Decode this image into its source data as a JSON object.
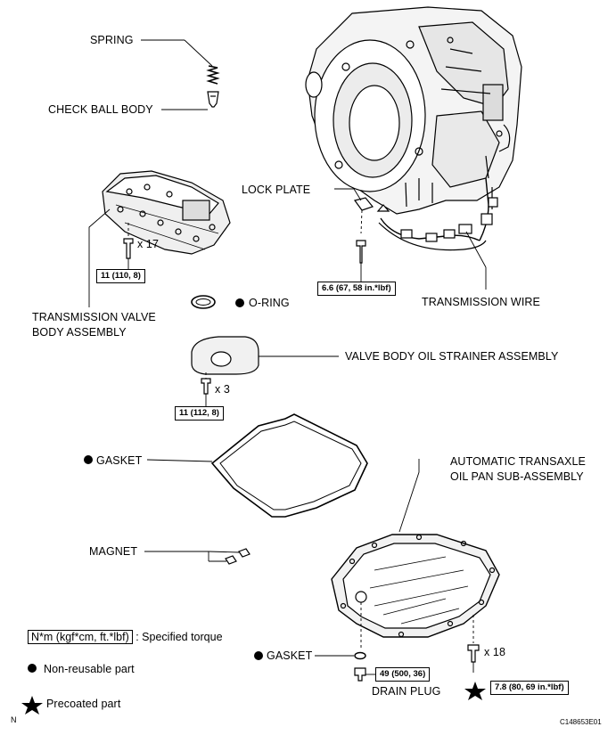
{
  "labels": {
    "spring": "SPRING",
    "check_ball_body": "CHECK BALL BODY",
    "lock_plate": "LOCK PLATE",
    "transmission_valve_body": "TRANSMISSION VALVE\nBODY ASSEMBLY",
    "o_ring": "O-RING",
    "transmission_wire": "TRANSMISSION WIRE",
    "valve_body_oil_strainer": "VALVE BODY OIL STRAINER ASSEMBLY",
    "gasket_upper": "GASKET",
    "oil_pan": "AUTOMATIC TRANSAXLE\nOIL PAN SUB-ASSEMBLY",
    "magnet": "MAGNET",
    "gasket_lower": "GASKET",
    "drain_plug": "DRAIN PLUG"
  },
  "quantities": {
    "valve_body_bolts": "x 17",
    "strainer_bolts": "x 3",
    "oil_pan_bolts": "x 18"
  },
  "torques": {
    "valve_body": "11 (110, 8)",
    "lock_plate": "6.6 (67, 58 in.*lbf)",
    "strainer": "11 (112, 8)",
    "drain_plug": "49 (500, 36)",
    "oil_pan": "7.8 (80, 69 in.*lbf)"
  },
  "legend": {
    "torque_box": "N*m (kgf*cm, ft.*lbf)",
    "torque_desc": ": Specified torque",
    "non_reusable": "Non-reusable part",
    "precoated": "Precoated part"
  },
  "footer": {
    "corner_left": "N",
    "figure_code": "C148653E01"
  }
}
